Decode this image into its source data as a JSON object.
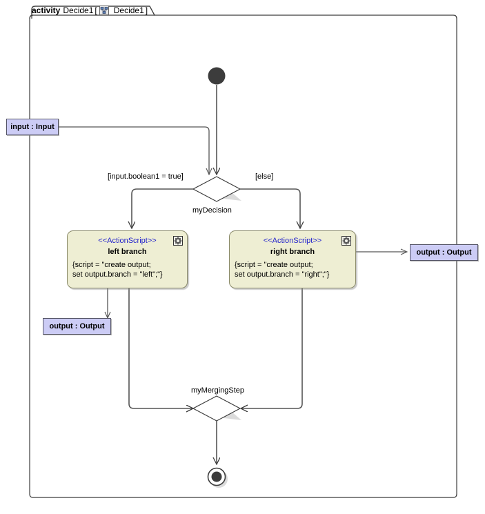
{
  "frame": {
    "keyword": "activity",
    "name": "Decide1",
    "bracket_open": "[",
    "icon": "activity-diagram-icon",
    "inner_name": "Decide1",
    "bracket_close": "]"
  },
  "nodes": {
    "initial": {
      "name": "initial-node",
      "label": ""
    },
    "decision": {
      "label": "myDecision"
    },
    "merge": {
      "label": "myMergingStep"
    },
    "final": {
      "name": "activity-final-node",
      "label": ""
    }
  },
  "pins": {
    "input": {
      "label": "input : Input"
    },
    "output_left": {
      "label": "output : Output"
    },
    "output_right": {
      "label": "output : Output"
    }
  },
  "guards": {
    "true_branch": "[input.boolean1 = true]",
    "else_branch": "[else]"
  },
  "actions": [
    {
      "stereotype": "<<ActionScript>>",
      "name": "left branch",
      "body_line1": "{script = \"create output;",
      "body_line2": "set output.branch = \"left\";\"}",
      "corner_icon": "script-gear-icon"
    },
    {
      "stereotype": "<<ActionScript>>",
      "name": "right branch",
      "body_line1": "{script = \"create output;",
      "body_line2": "set output.branch = \"right\";\"}",
      "corner_icon": "script-gear-icon"
    }
  ],
  "colors": {
    "canvas": "#ffffff",
    "frame_border": "#3c3c3c",
    "pin_fill": "#ccccf5",
    "pin_border": "#555566",
    "action_fill": "#eeeed3",
    "action_border": "#8a8a6a",
    "stereotype_text": "#2222cc",
    "edge": "#3c3c3c",
    "node_fill": "#3c3c3c"
  }
}
